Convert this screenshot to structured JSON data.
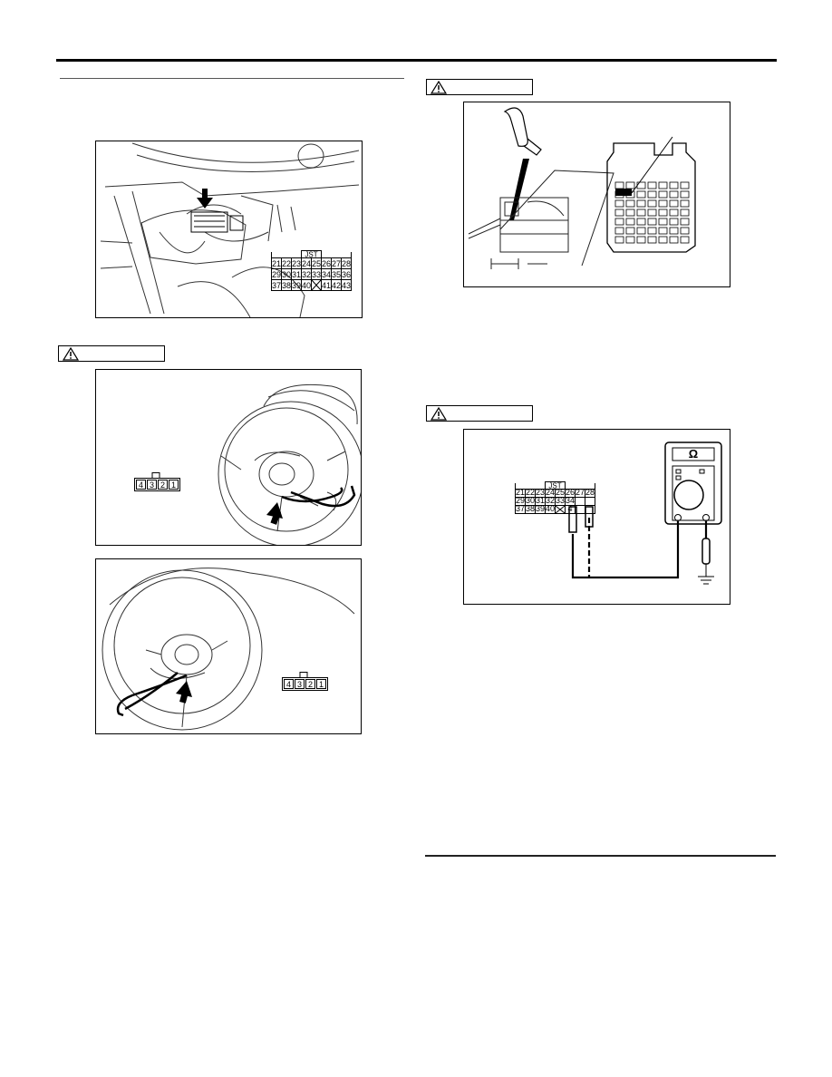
{
  "connector_tables": {
    "ecu_panel": {
      "header": "JST",
      "rows": [
        [
          "21",
          "22",
          "23",
          "24",
          "25",
          "26",
          "27",
          "28"
        ],
        [
          "29",
          "30",
          "31",
          "32",
          "33",
          "34",
          "35",
          "36"
        ],
        [
          "37",
          "38",
          "39",
          "40",
          "",
          "41",
          "42",
          "43"
        ]
      ]
    },
    "ecu_probe": {
      "header": "JST",
      "rows": [
        [
          "21",
          "22",
          "23",
          "24",
          "25",
          "26",
          "27",
          "28"
        ],
        [
          "29",
          "30",
          "31",
          "32",
          "33",
          "34",
          "",
          ""
        ],
        [
          "37",
          "38",
          "39",
          "40",
          "",
          "4",
          "",
          ""
        ]
      ]
    },
    "squib": {
      "pins": [
        "4",
        "3",
        "2",
        "1"
      ]
    },
    "squib_lower": {
      "pins": [
        "4",
        "3",
        "2",
        "1"
      ]
    }
  },
  "meter": {
    "symbol": "Ω"
  },
  "icons": [
    "warning-triangle-icon",
    "arrow-icon",
    "ground-icon"
  ],
  "colors": {
    "line": "#000000",
    "background": "#ffffff"
  }
}
